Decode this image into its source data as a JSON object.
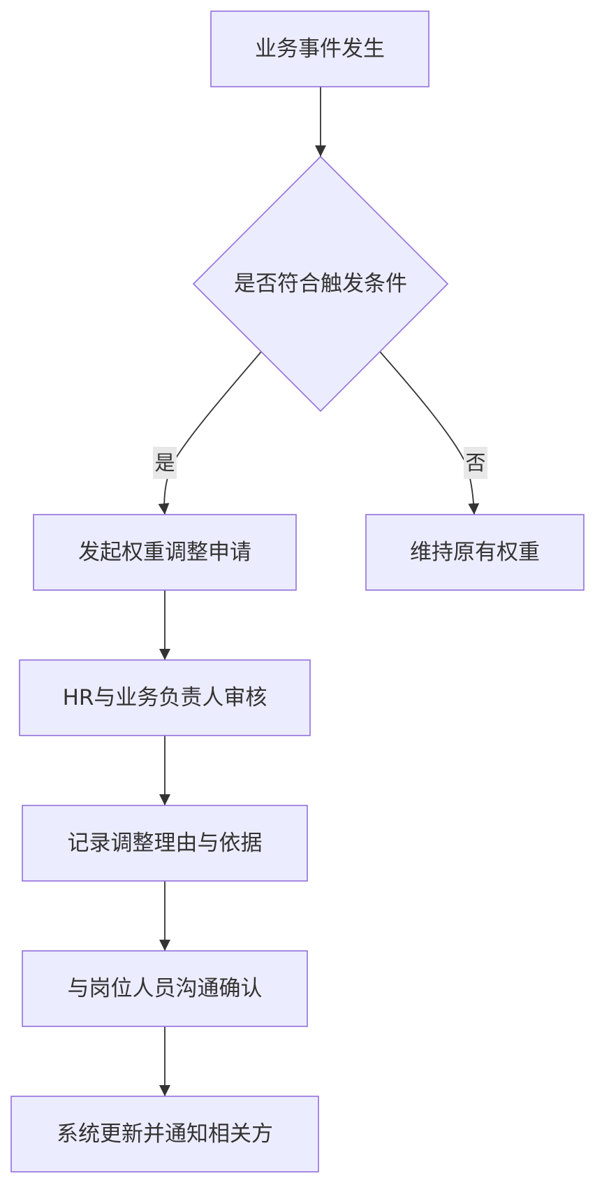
{
  "diagram": {
    "type": "flowchart",
    "colors": {
      "node_fill": "#ECECFF",
      "node_stroke": "#9370DB",
      "edge": "#333333",
      "text": "#333333",
      "edge_label_bg": "#e8e8e8"
    },
    "nodes": {
      "start": "业务事件发生",
      "decision": "是否符合触发条件",
      "apply": "发起权重调整申请",
      "keep": "维持原有权重",
      "review": "HR与业务负责人审核",
      "record": "记录调整理由与依据",
      "communicate": "与岗位人员沟通确认",
      "notify": "系统更新并通知相关方"
    },
    "edge_labels": {
      "yes": "是",
      "no": "否"
    },
    "edges": [
      {
        "from": "start",
        "to": "decision"
      },
      {
        "from": "decision",
        "to": "apply",
        "label": "是"
      },
      {
        "from": "decision",
        "to": "keep",
        "label": "否"
      },
      {
        "from": "apply",
        "to": "review"
      },
      {
        "from": "review",
        "to": "record"
      },
      {
        "from": "record",
        "to": "communicate"
      },
      {
        "from": "communicate",
        "to": "notify"
      }
    ]
  }
}
